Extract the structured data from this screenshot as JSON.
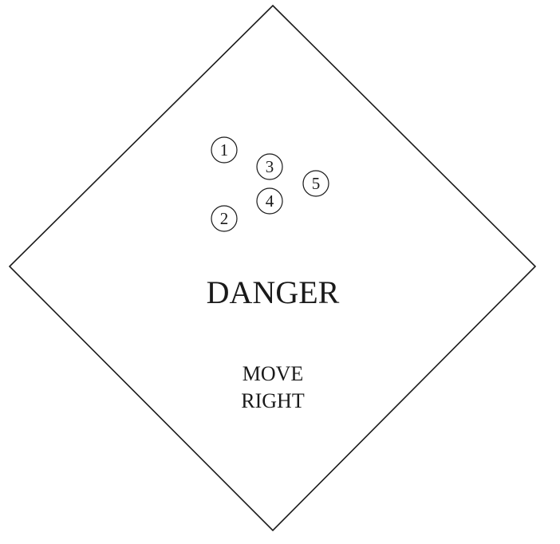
{
  "sign": {
    "title": "DANGER",
    "instruction_lines": [
      "MOVE",
      "RIGHT"
    ]
  },
  "markers": [
    {
      "label": "1"
    },
    {
      "label": "2"
    },
    {
      "label": "3"
    },
    {
      "label": "4"
    },
    {
      "label": "5"
    }
  ]
}
